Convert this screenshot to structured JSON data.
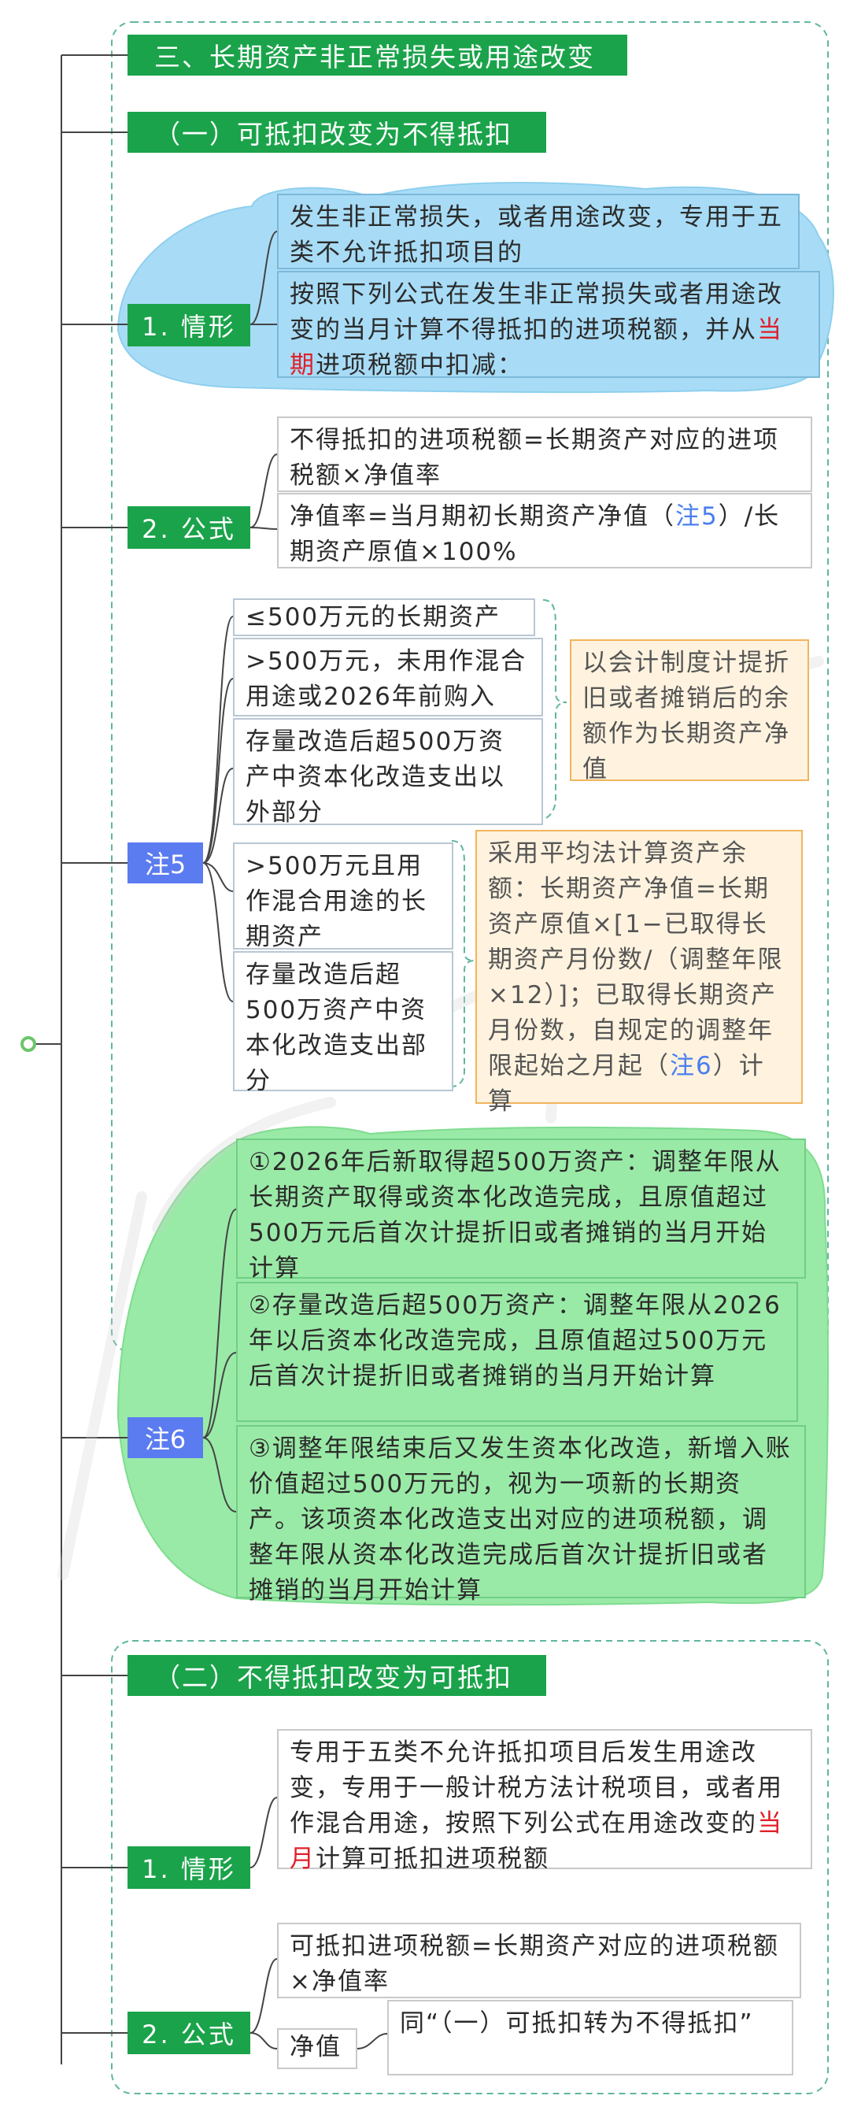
{
  "section3": {
    "title": "三、长期资产非正常损失或用途改变",
    "sub1": {
      "title": "（一）可抵扣改变为不得抵扣",
      "situation": {
        "label": "1. 情形",
        "text1": "发生非正常损失，或者用途改变，专用于五类不允许抵扣项目的",
        "text2_before": "按照下列公式在发生非正常损失或者用途改变的当月计算不得抵扣的进项税额，并从",
        "text2_highlight": "当期",
        "text2_after": "进项税额中扣减："
      },
      "formula": {
        "label": "2. 公式",
        "text1": "不得抵扣的进项税额=长期资产对应的进项税额×净值率",
        "text2_before": "净值率=当月期初长期资产净值（",
        "text2_ref": "注5",
        "text2_after": "）/长期资产原值×100%"
      }
    },
    "note5": {
      "label": "注5",
      "items_a": [
        "≤500万元的长期资产",
        ">500万元，未用作混合用途或2026年前购入",
        "存量改造后超500万资产中资本化改造支出以外部分"
      ],
      "result_a": "以会计制度计提折旧或者摊销后的余额作为长期资产净值",
      "items_b": [
        ">500万元且用作混合用途的长期资产",
        "存量改造后超500万资产中资本化改造支出部分"
      ],
      "result_b_before": "采用平均法计算资产余额：长期资产净值=长期资产原值×[1−已取得长期资产月份数/（调整年限×12）]；已取得长期资产月份数，自规定的调整年限起始之月起（",
      "result_b_ref": "注6",
      "result_b_after": "）计算"
    },
    "note6": {
      "label": "注6",
      "item1": "①2026年后新取得超500万资产：调整年限从长期资产取得或资本化改造完成，且原值超过500万元后首次计提折旧或者摊销的当月开始计算",
      "item2": "②存量改造后超500万资产：调整年限从2026年以后资本化改造完成，且原值超过500万元后首次计提折旧或者摊销的当月开始计算",
      "item3": "③调整年限结束后又发生资本化改造，新增入账价值超过500万元的，视为一项新的长期资产。该项资本化改造支出对应的进项税额，调整年限从资本化改造完成后首次计提折旧或者摊销的当月开始计算"
    },
    "sub2": {
      "title": "（二）不得抵扣改变为可抵扣",
      "situation": {
        "label": "1. 情形",
        "text_before": "专用于五类不允许抵扣项目后发生用途改变，专用于一般计税方法计税项目，或者用作混合用途，按照下列公式在用途改变的",
        "text_highlight": "当月",
        "text_after": "计算可抵扣进项税额"
      },
      "formula": {
        "label": "2. 公式",
        "text1": "可抵扣进项税额=长期资产对应的进项税额×净值率",
        "net_label": "净值",
        "net_text": "同“（一）可抵扣转为不得抵扣”"
      }
    }
  },
  "colors": {
    "label_green": "#1aa34a",
    "note_blue": "#5b7bf0",
    "highlight_red": "#e0202a",
    "blue_bubble": "#a8dcf6",
    "green_bubble": "#9aeaa7",
    "orange_border": "#f2b45c"
  }
}
